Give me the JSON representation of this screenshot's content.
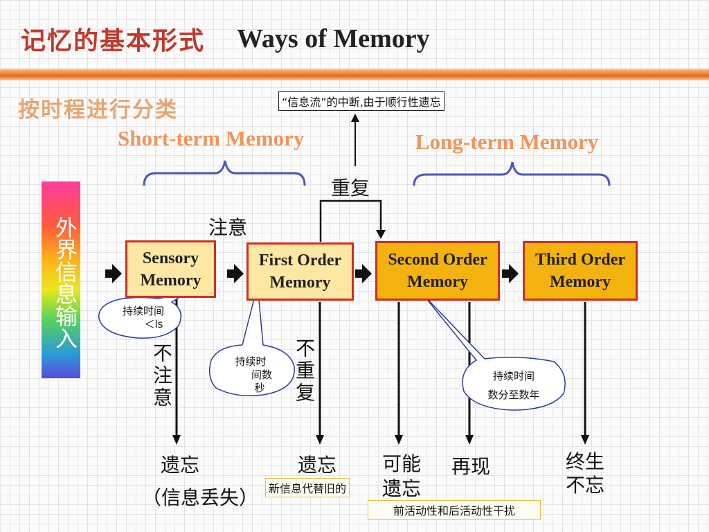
{
  "title": {
    "cn": "记忆的基本形式",
    "en": "Ways of Memory"
  },
  "subtitle": "按时程进行分类",
  "terms": {
    "short": "Short-term Memory",
    "long": "Long-term Memory"
  },
  "banner": "外界信息输入",
  "boxes": {
    "sensory": [
      "Sensory",
      "Memory"
    ],
    "first": [
      "First Order",
      "Memory"
    ],
    "second": [
      "Second Order",
      "Memory"
    ],
    "third": [
      "Third Order",
      "Memory"
    ]
  },
  "labels": {
    "attention": "注意",
    "repeat": "重复",
    "no_attention": "不注意",
    "no_repeat": "不重复",
    "forget": "遗忘",
    "info_loss": "（信息丢失）",
    "may_forget": "可能遗忘",
    "recall": "再现",
    "lifelong": "终生不忘"
  },
  "notes": {
    "flow": "“信息流”的中断,由于顺行性遗忘",
    "new_info": "新信息代替旧的",
    "interference": "前活动性和后活动性干扰"
  },
  "bubbles": {
    "sensory": [
      "持续时间",
      "＜ls"
    ],
    "first": [
      "持续时",
      "间数",
      "秒"
    ],
    "second": [
      "持续时间",
      "数分至数年"
    ]
  },
  "colors": {
    "title_red": "#c0392b",
    "term_orange": "#f0955a",
    "box_border": "#d52b1e",
    "box_light": "#fce7a3",
    "box_dark": "#f4b20e",
    "brace_blue": "#4a56b8",
    "bubble_blue": "#2a3aa8"
  }
}
